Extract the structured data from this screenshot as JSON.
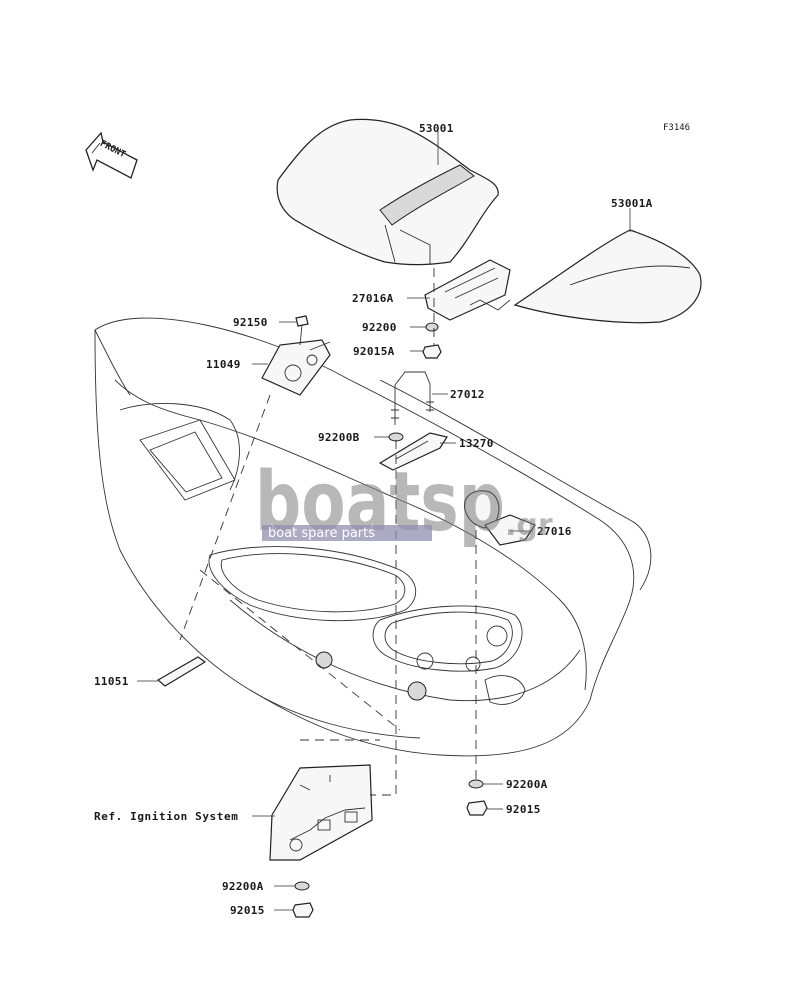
{
  "figure_code": "F3146",
  "front_marker": "FRONT",
  "parts": {
    "p53001": "53001",
    "p53001A": "53001A",
    "p27016A": "27016A",
    "p92200": "92200",
    "p92015A": "92015A",
    "p92150": "92150",
    "p11049": "11049",
    "p27012": "27012",
    "p92200B": "92200B",
    "p13270": "13270",
    "p27016": "27016",
    "p11051": "11051",
    "p92200A_right": "92200A",
    "p92015_right": "92015",
    "p92200A_left": "92200A",
    "p92015_left": "92015"
  },
  "reference_note": "Ref. Ignition System",
  "watermark": {
    "brand": "boatSP.gr",
    "tagline": "boat spare parts"
  },
  "colors": {
    "line": "#222222",
    "watermark_gray": "#7f7f7f",
    "watermark_band": "#8f8fb0"
  }
}
